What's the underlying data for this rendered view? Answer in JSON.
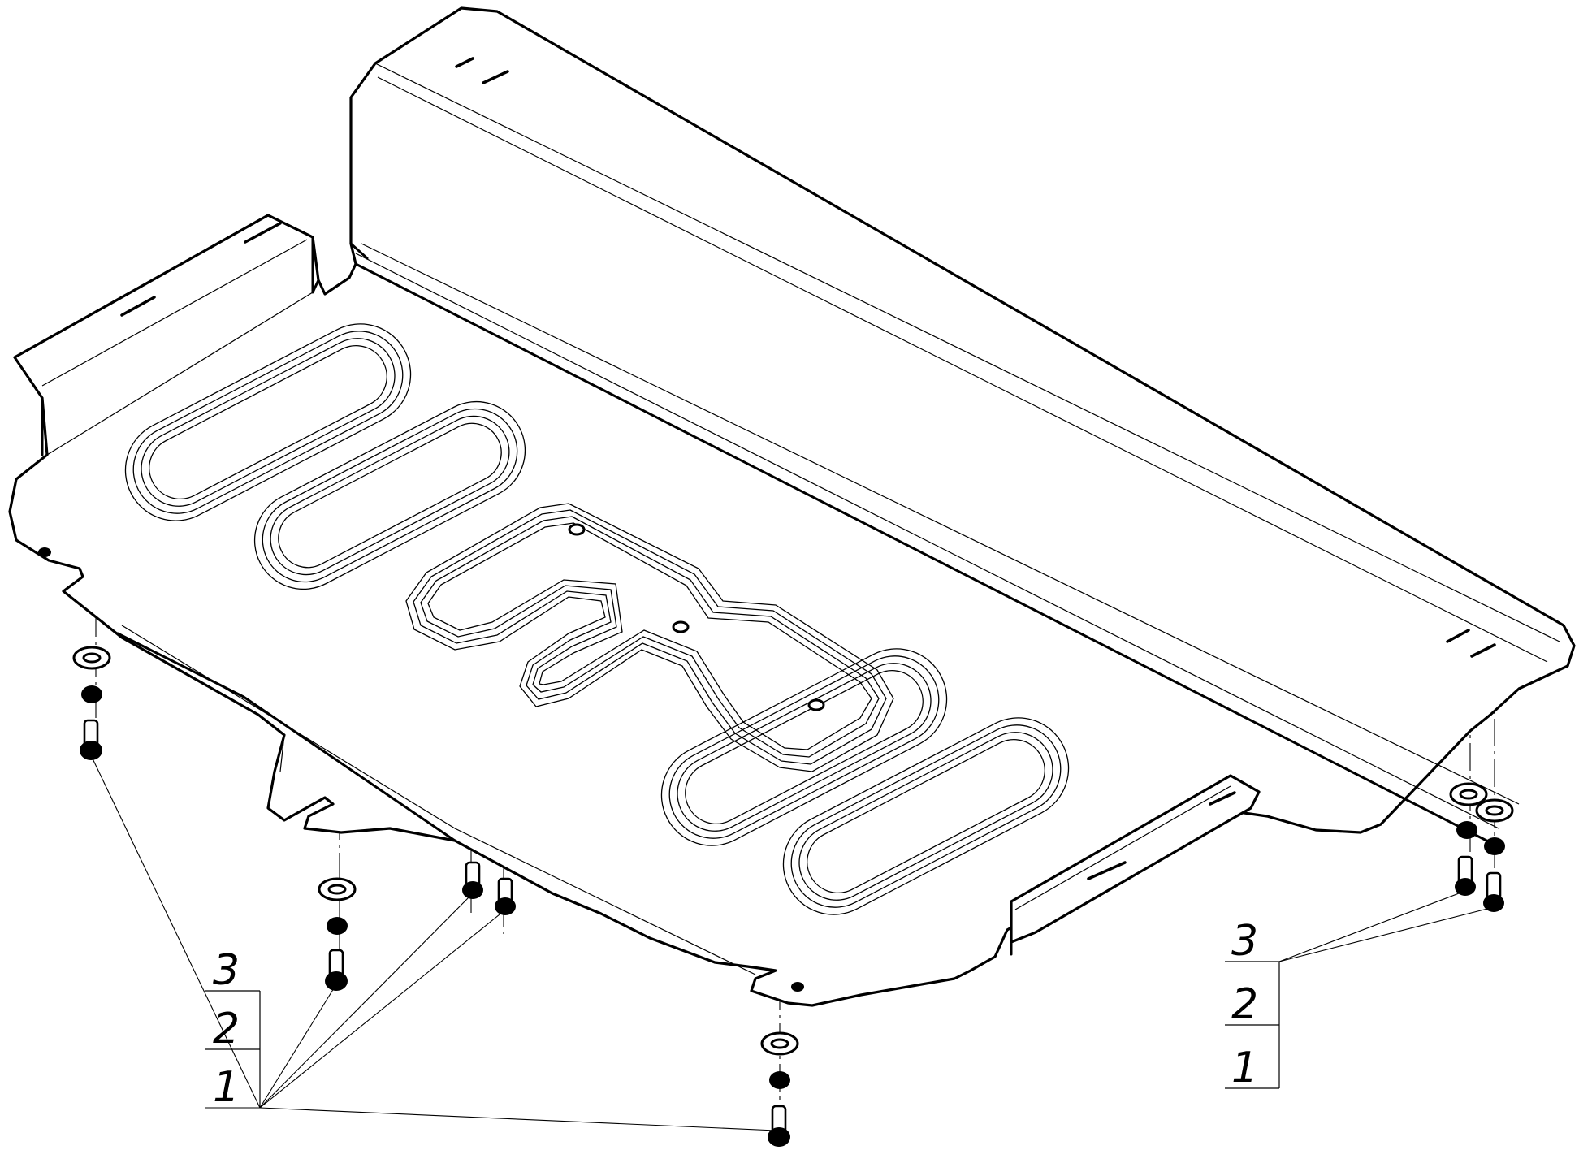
{
  "callouts": {
    "left": {
      "top": "3",
      "middle": "2",
      "bottom": "1"
    },
    "right": {
      "top": "3",
      "middle": "2",
      "bottom": "1"
    }
  },
  "colors": {
    "line": "#000000",
    "background": "#ffffff"
  },
  "icons": [
    "bolt-icon",
    "washer-icon",
    "nut-icon",
    "mounting-slot-icon",
    "mounting-hole-icon"
  ]
}
